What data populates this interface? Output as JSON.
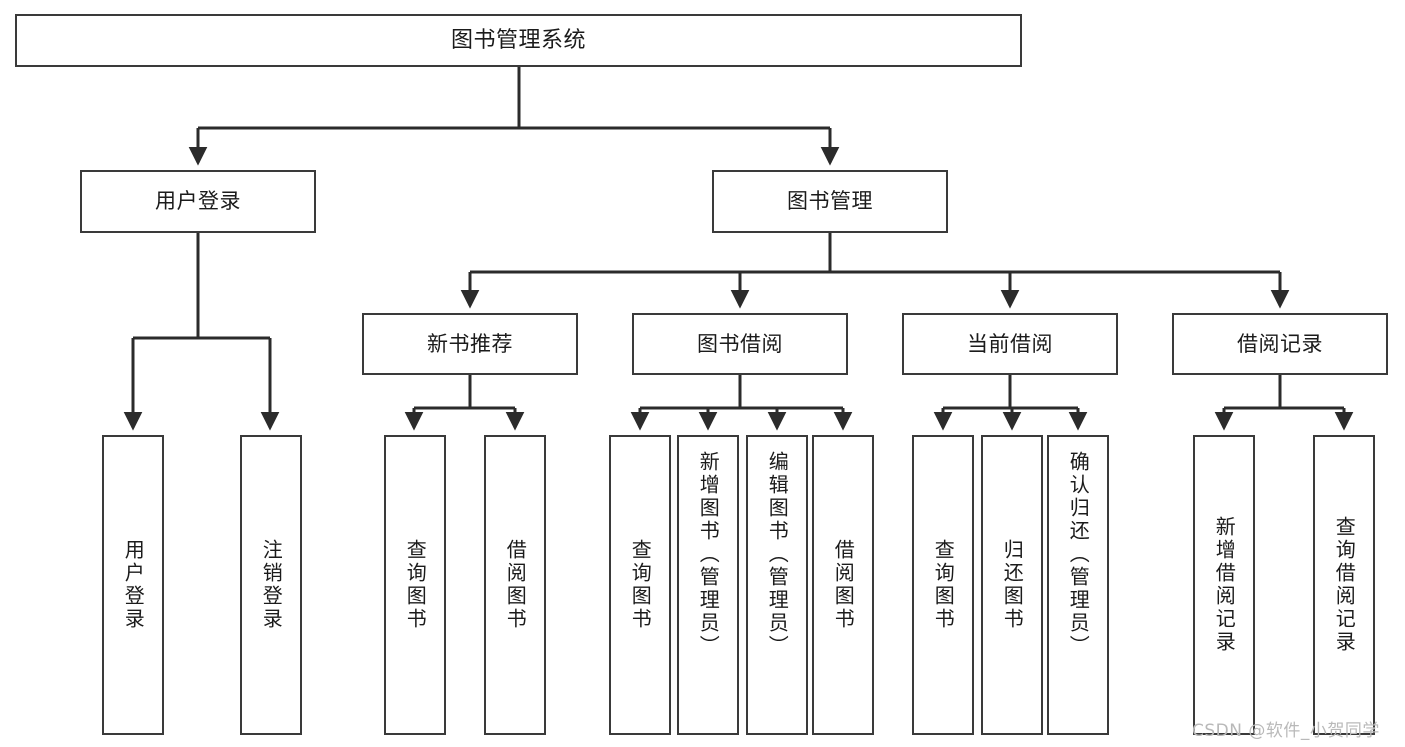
{
  "diagram": {
    "title": "图书管理系统",
    "type": "hierarchy-tree",
    "colors": {
      "border": "#3a3a3a",
      "background": "#ffffff",
      "text": "#1b1b1b",
      "edge": "#2b2b2b",
      "watermark": "#b9b9b9"
    },
    "root": {
      "label": "图书管理系统"
    },
    "level1": [
      {
        "label": "用户登录"
      },
      {
        "label": "图书管理"
      }
    ],
    "level2": [
      {
        "label": "新书推荐"
      },
      {
        "label": "图书借阅"
      },
      {
        "label": "当前借阅"
      },
      {
        "label": "借阅记录"
      }
    ],
    "leaves": {
      "user_login": [
        {
          "label": "用户登录"
        },
        {
          "label": "注销登录"
        }
      ],
      "new_book_recommend": [
        {
          "label": "查询图书"
        },
        {
          "label": "借阅图书"
        }
      ],
      "book_borrow": [
        {
          "label": "查询图书"
        },
        {
          "label": "新增图书（管理员）"
        },
        {
          "label": "编辑图书（管理员）"
        },
        {
          "label": "借阅图书"
        }
      ],
      "current_borrow": [
        {
          "label": "查询图书"
        },
        {
          "label": "归还图书"
        },
        {
          "label": "确认归还（管理员）"
        }
      ],
      "borrow_record": [
        {
          "label": "新增借阅记录"
        },
        {
          "label": "查询借阅记录"
        }
      ]
    }
  },
  "watermark": {
    "text": "CSDN @软件_小贺同学"
  }
}
